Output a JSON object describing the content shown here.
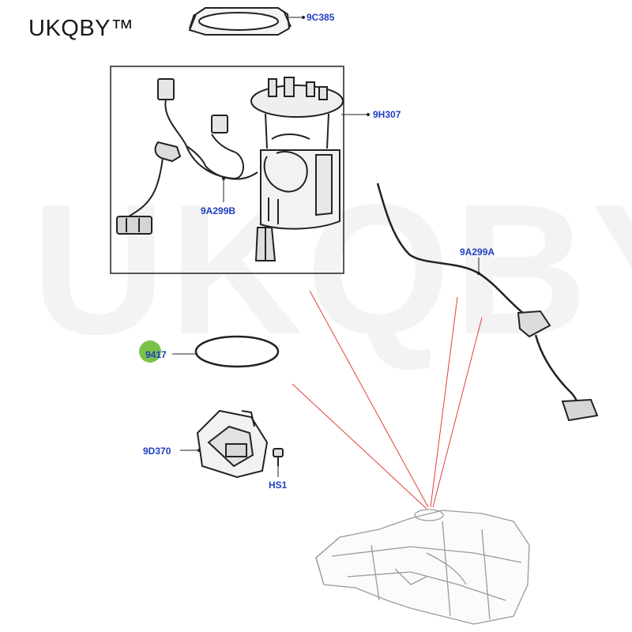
{
  "brand": {
    "logo_text": "UKQBY™",
    "watermark_text": "UKQBY™"
  },
  "parts": {
    "lock_ring": "9C385",
    "pump_module": "9H307",
    "pump_harness": "9A299B",
    "tank_harness": "9A299A",
    "seal_ring": "9417",
    "control_module": "9D370",
    "screw": "HS1"
  },
  "colors": {
    "callout_text": "#1f3fbf",
    "leader_red": "#e0403a",
    "highlight_dot": "#7bc24a",
    "line_art": "#222222"
  }
}
